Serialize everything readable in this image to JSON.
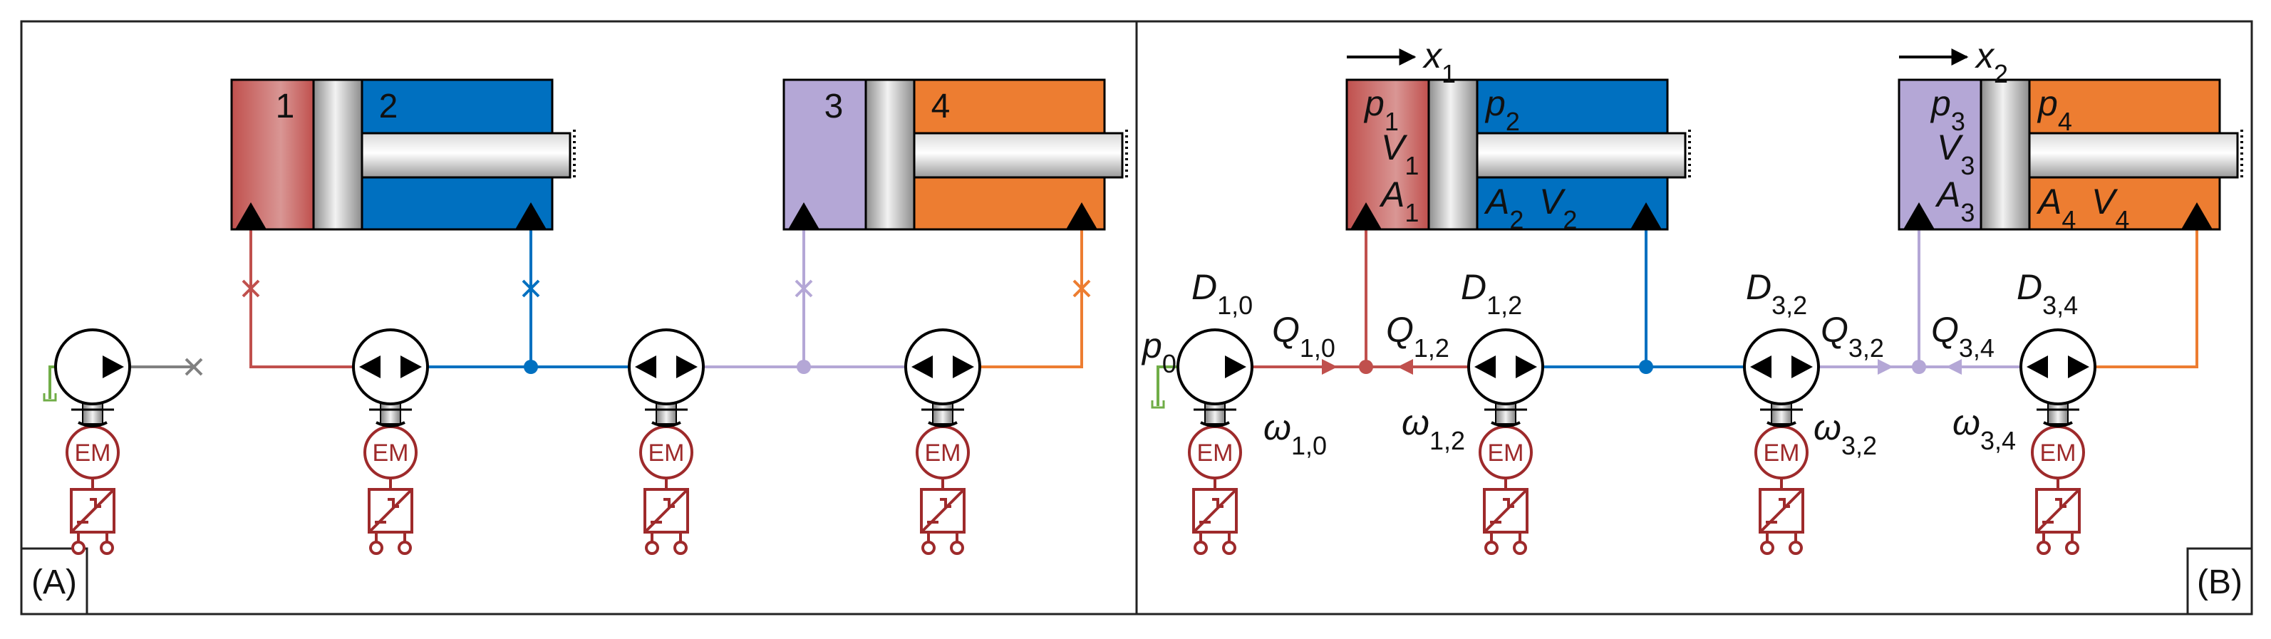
{
  "colors": {
    "red": "#C0504D",
    "blue": "#0070C0",
    "lilac": "#B4A7D6",
    "orange": "#ED7D31",
    "grey": "#808080",
    "green": "#70AD47",
    "motor": "#9E2A2B"
  },
  "panels": {
    "a": {
      "tag": "(A)",
      "chambers": [
        "1",
        "2",
        "3",
        "4"
      ]
    },
    "b": {
      "tag": "(B)",
      "cyl1": {
        "disp": {
          "base": "x",
          "sub": "1"
        },
        "labels": [
          {
            "base": "p",
            "sub": "1"
          },
          {
            "base": "V",
            "sub": "1"
          },
          {
            "base": "A",
            "sub": "1"
          },
          {
            "base": "p",
            "sub": "2"
          },
          {
            "base": "A",
            "sub": "2"
          },
          {
            "base": "V",
            "sub": "2"
          }
        ]
      },
      "cyl2": {
        "disp": {
          "base": "x",
          "sub": "2"
        },
        "labels": [
          {
            "base": "p",
            "sub": "3"
          },
          {
            "base": "V",
            "sub": "3"
          },
          {
            "base": "A",
            "sub": "3"
          },
          {
            "base": "p",
            "sub": "4"
          },
          {
            "base": "A",
            "sub": "4"
          },
          {
            "base": "V",
            "sub": "4"
          }
        ]
      },
      "pressure": {
        "base": "p",
        "sub": "0"
      },
      "pumps": [
        {
          "d": {
            "base": "D",
            "sub": "1,0"
          },
          "q": {
            "base": "Q",
            "sub": "1,0"
          },
          "w": {
            "base": "ω",
            "sub": "1,0"
          }
        },
        {
          "d": {
            "base": "D",
            "sub": "1,2"
          },
          "q": {
            "base": "Q",
            "sub": "1,2"
          },
          "w": {
            "base": "ω",
            "sub": "1,2"
          }
        },
        {
          "d": {
            "base": "D",
            "sub": "3,2"
          },
          "q": {
            "base": "Q",
            "sub": "3,2"
          },
          "w": {
            "base": "ω",
            "sub": "3,2"
          }
        },
        {
          "d": {
            "base": "D",
            "sub": "3,4"
          },
          "q": {
            "base": "Q",
            "sub": "3,4"
          },
          "w": {
            "base": "ω",
            "sub": "3,4"
          }
        }
      ]
    }
  },
  "motor_label": "EM"
}
